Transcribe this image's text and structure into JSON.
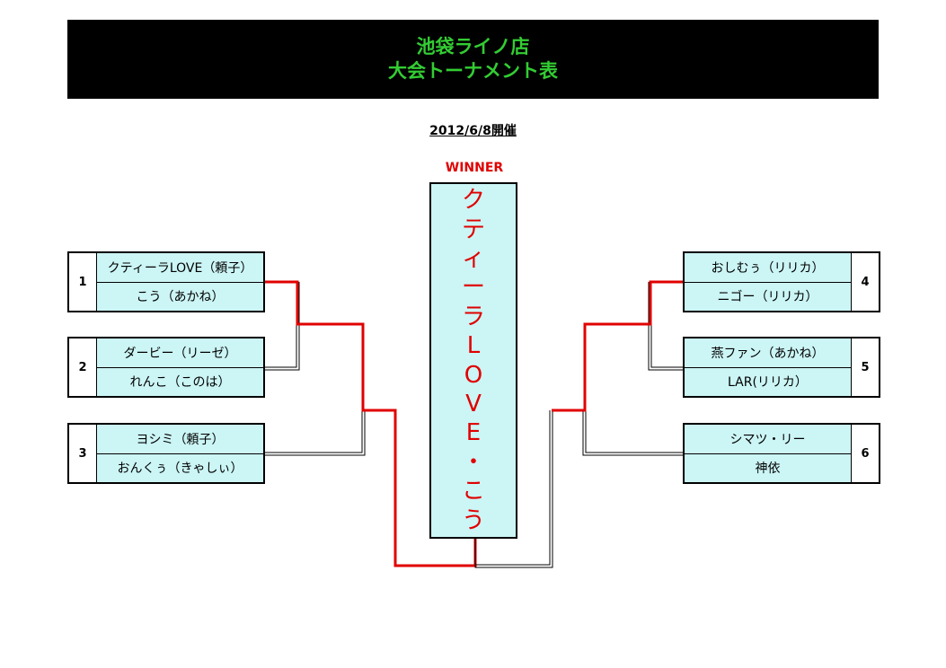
{
  "header": {
    "line1": "池袋ライノ店",
    "line2": "大会トーナメント表"
  },
  "date": "2012/6/8開催",
  "winner": {
    "label": "WINNER",
    "name_chars": [
      "ク",
      "テ",
      "ィ",
      "ー",
      "ラ",
      "L",
      "O",
      "V",
      "E",
      "・",
      "こ",
      "う"
    ]
  },
  "left_matches": [
    {
      "seed": "1",
      "top": "クティーラLOVE（頼子）",
      "bottom": "こう（あかね）"
    },
    {
      "seed": "2",
      "top": "ダービー（リーゼ）",
      "bottom": "れんこ（このは）"
    },
    {
      "seed": "3",
      "top": "ヨシミ（頼子）",
      "bottom": "おんくぅ（きゃしぃ）"
    }
  ],
  "right_matches": [
    {
      "seed": "4",
      "top": "おしむぅ（リリカ）",
      "bottom": "ニゴー（リリカ）"
    },
    {
      "seed": "5",
      "top": "燕ファン（あかね）",
      "bottom": "LAR(リリカ）"
    },
    {
      "seed": "6",
      "top": "シマツ・リー",
      "bottom": "神依"
    }
  ],
  "colors": {
    "win_line": "#e00000",
    "lose_line": "#000000",
    "box_fill": "#ccf5f5",
    "title_green": "#33cc33"
  }
}
